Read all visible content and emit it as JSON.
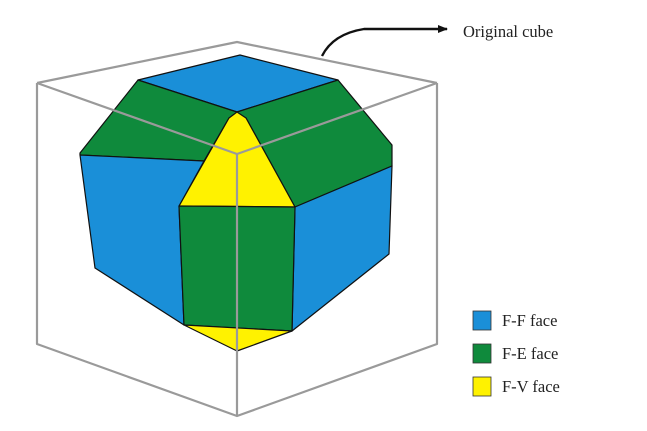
{
  "callout": {
    "text": "Original cube"
  },
  "legend": [
    {
      "label": "F-F face",
      "color": "#1a8fd8"
    },
    {
      "label": "F-E face",
      "color": "#0f8a3c"
    },
    {
      "label": "F-V face",
      "color": "#fff200"
    }
  ],
  "colors": {
    "ff_face": "#1a8fd8",
    "fe_face": "#0f8a3c",
    "fv_face": "#fff200",
    "cube_edge": "#9a9a9a",
    "arrow": "#111111"
  }
}
